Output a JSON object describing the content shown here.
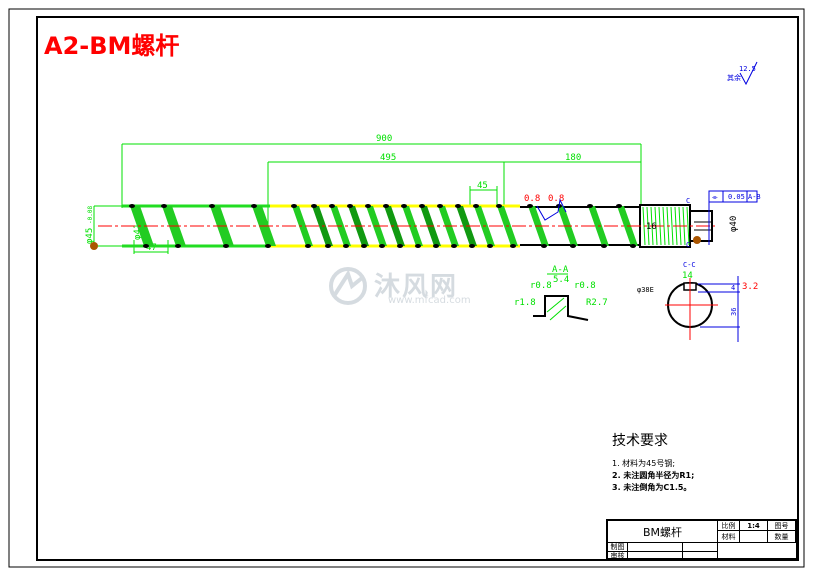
{
  "title": "A2-BM螺杆",
  "watermark": {
    "text": "沐风网",
    "url": "www.mfcad.com"
  },
  "surface_finish": {
    "label": "其余",
    "value": "12.5"
  },
  "dimensions": {
    "total_length": "900",
    "flight_length_1": "495",
    "flight_length_2": "180",
    "pitch": "45",
    "start_length": "47",
    "root_dia_start": "φ41.4",
    "outer_dia": "φ45",
    "tolerance_outer": "-0.08",
    "end_dia": "φ40",
    "angle_label": "0.8",
    "callout_a1": "0.8",
    "callout_a2": "0.8",
    "thread_dim": "16",
    "datum_b": "B",
    "datum_a": "A",
    "section_c_marker": "C",
    "flatness_symbol": "⌯",
    "tolerance_value": "0.05",
    "tolerance_datum": "A-B"
  },
  "section_aa": {
    "label": "A-A",
    "width": "5.4",
    "r1": "r0.8",
    "r2": "r0.8",
    "r3": "r1.8",
    "r4": "R2.7"
  },
  "section_cc": {
    "label": "C-C",
    "key_width": "14",
    "depth": "4",
    "dia": "36",
    "roughness": "3.2",
    "hatch_note": "φ38E"
  },
  "tech_requirements": {
    "heading": "技术要求",
    "items": [
      "1. 材料为45号钢;",
      "2. 未注圆角半径为R1;",
      "3. 未注倒角为C1.5。"
    ]
  },
  "title_block": {
    "part_name": "BM螺杆",
    "scale_label": "比例",
    "scale_value": "1:4",
    "drawing_no_label": "图号",
    "material_label": "材料",
    "quantity_label": "数量",
    "drawn_label": "制图",
    "checked_label": "审核"
  },
  "colors": {
    "dimension": "#00e000",
    "centerline": "#ff0000",
    "flight": "#22cc22",
    "flight_dark": "#119911",
    "shell": "#ffff00",
    "annotation": "#0000e0",
    "title": "#ff0000"
  }
}
